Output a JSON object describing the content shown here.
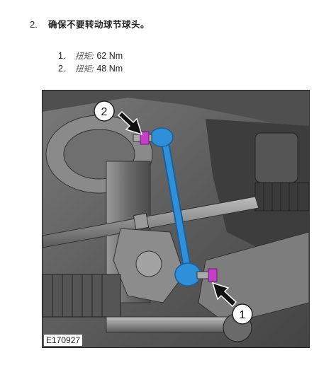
{
  "step": {
    "number": "2.",
    "text": "确保不要转动球节球头。"
  },
  "torques": [
    {
      "number": "1.",
      "label": "扭矩:",
      "value": "62 Nm"
    },
    {
      "number": "2.",
      "label": "扭矩:",
      "value": "48 Nm"
    }
  ],
  "figure": {
    "id": "E170927",
    "callouts": [
      "1",
      "2"
    ],
    "colors": {
      "link": "#2f8fd8",
      "nut": "#c23fc8",
      "arrow": "#111111"
    }
  }
}
